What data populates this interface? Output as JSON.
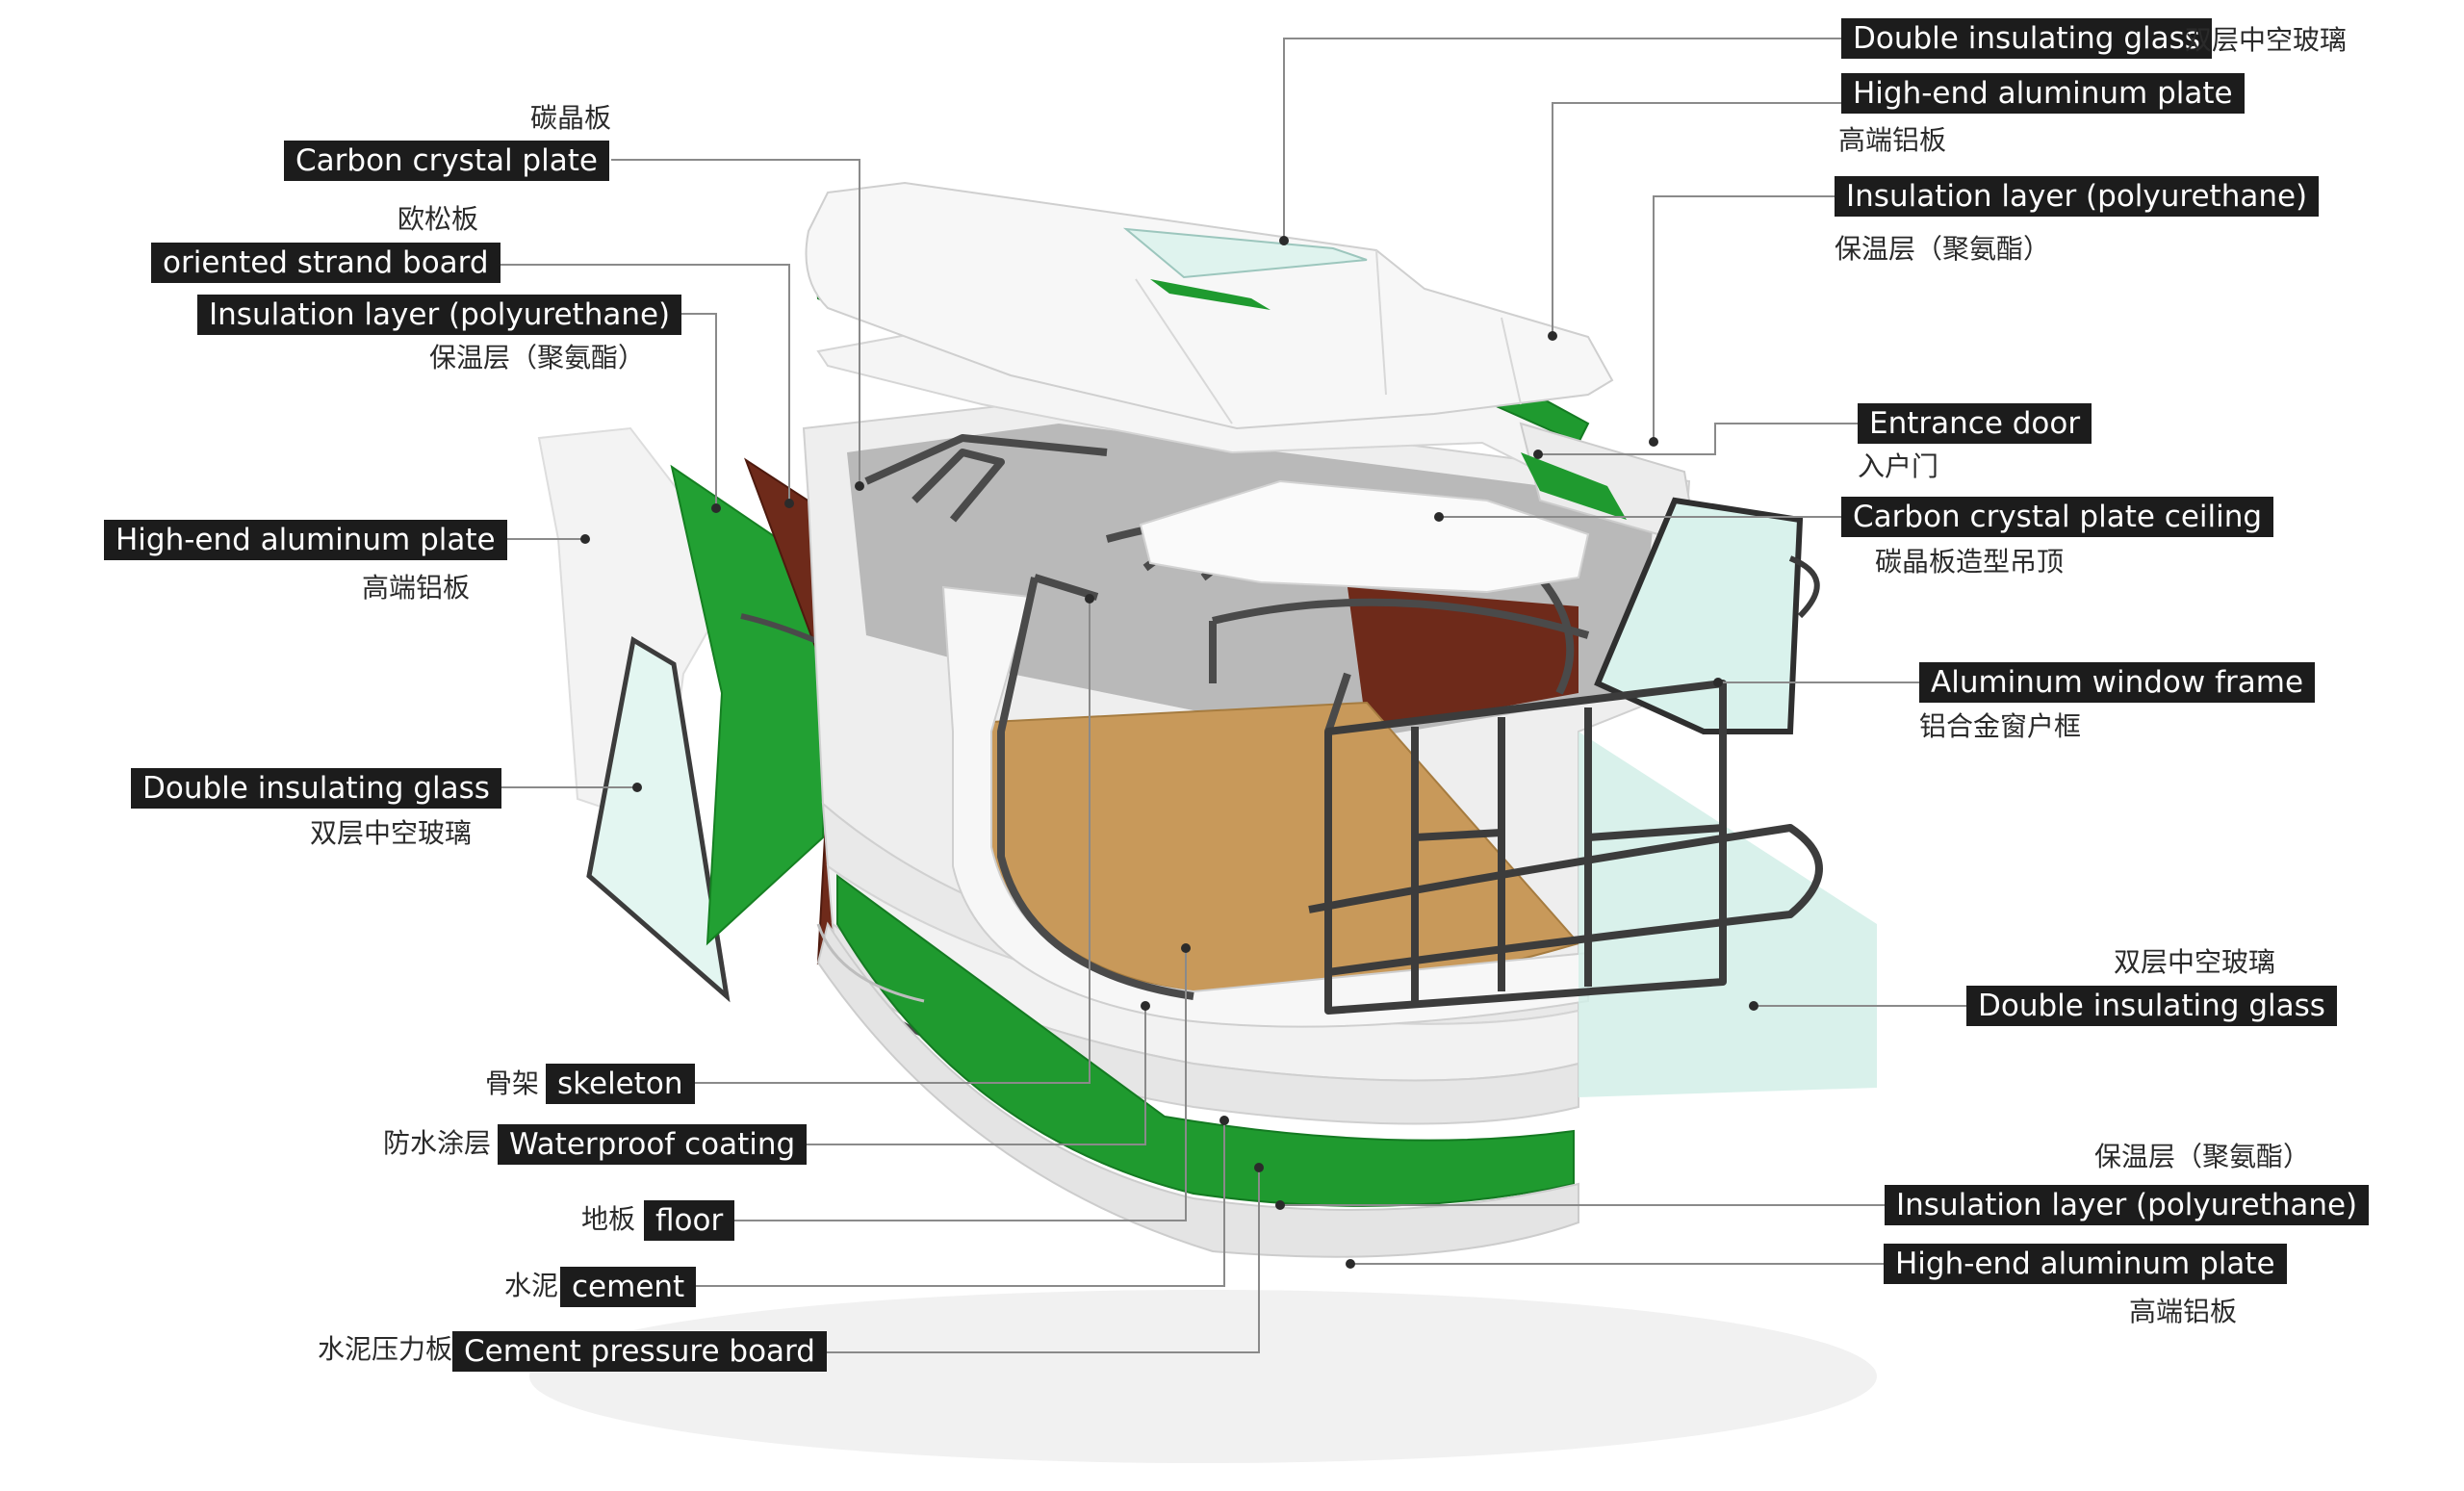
{
  "colors": {
    "label_bg": "#1c1c1c",
    "label_text": "#ffffff",
    "insulation_green": "#1f9a2f",
    "osb_brown": "#6e2a1a",
    "floor_wood": "#c79a5a",
    "shell_white": "#f2f2f2",
    "frame_gray": "#454545",
    "glass_tint": "#d8f3ec"
  },
  "labels": {
    "carbon_crystal_plate": {
      "en": "Carbon crystal plate",
      "cn": "碳晶板"
    },
    "oriented_strand_board": {
      "en": "oriented strand board",
      "cn": "欧松板"
    },
    "insulation_left": {
      "en": "Insulation layer (polyurethane)",
      "cn": "保温层（聚氨酯）"
    },
    "aluminum_left": {
      "en": "High-end aluminum plate",
      "cn": "高端铝板"
    },
    "glass_left": {
      "en": "Double insulating glass",
      "cn": "双层中空玻璃"
    },
    "skeleton": {
      "en": "skeleton",
      "cn": "骨架"
    },
    "waterproof_coating": {
      "en": "Waterproof coating",
      "cn": "防水涂层"
    },
    "floor": {
      "en": "floor",
      "cn": "地板"
    },
    "cement": {
      "en": "cement",
      "cn": "水泥"
    },
    "cement_pressure_board": {
      "en": "Cement pressure board",
      "cn": "水泥压力板"
    },
    "glass_top": {
      "en": "Double insulating glass",
      "cn": "双层中空玻璃"
    },
    "aluminum_top": {
      "en": "High-end aluminum plate",
      "cn": "高端铝板"
    },
    "insulation_top": {
      "en": "Insulation layer (polyurethane)",
      "cn": "保温层（聚氨酯）"
    },
    "entrance_door": {
      "en": "Entrance door",
      "cn": "入户门"
    },
    "ceiling": {
      "en": "Carbon crystal plate ceiling",
      "cn": "碳晶板造型吊顶"
    },
    "window_frame": {
      "en": "Aluminum window frame",
      "cn": "铝合金窗户框"
    },
    "glass_right": {
      "en": "Double insulating glass",
      "cn": "双层中空玻璃"
    },
    "insulation_bottom": {
      "en": "Insulation layer (polyurethane)",
      "cn": "保温层（聚氨酯）"
    },
    "aluminum_bottom": {
      "en": "High-end aluminum plate",
      "cn": "高端铝板"
    }
  }
}
